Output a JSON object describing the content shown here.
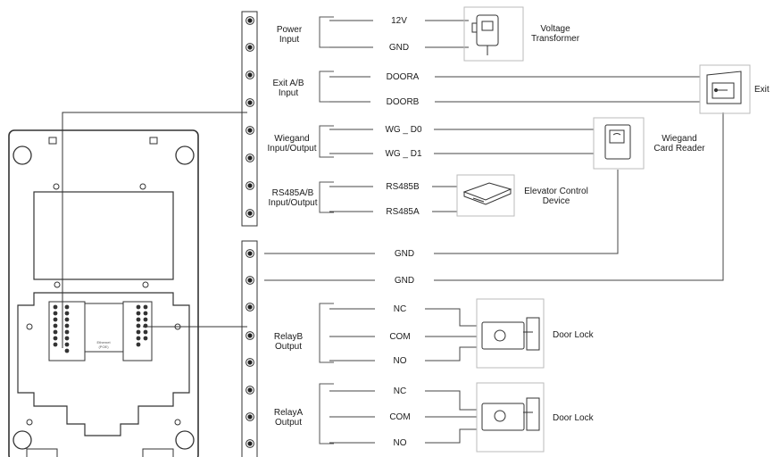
{
  "groups": {
    "power": [
      "Power",
      "Input"
    ],
    "exit": [
      "Exit A/B",
      "Input"
    ],
    "wiegand": [
      "Wiegand",
      "Input/Output"
    ],
    "rs485": [
      "RS485A/B",
      "Input/Output"
    ],
    "relay_b": [
      "RelayB",
      "Output"
    ],
    "relay_a": [
      "RelayA",
      "Output"
    ]
  },
  "signals": {
    "v12": "12V",
    "gnd_power": "GND",
    "doora": "DOORA",
    "doorb": "DOORB",
    "wg_d0": "WG _ D0",
    "wg_d1": "WG _ D1",
    "rs485b": "RS485B",
    "rs485a": "RS485A",
    "gnd_1": "GND",
    "gnd_2": "GND",
    "nc_b": "NC",
    "com_b": "COM",
    "no_b": "NO",
    "nc_a": "NC",
    "com_a": "COM",
    "no_a": "NO"
  },
  "devices": {
    "voltage_transformer": [
      "Voltage",
      "Transformer"
    ],
    "exit_button": "Exit",
    "wiegand_reader": [
      "Wiegand",
      "Card Reader"
    ],
    "elevator_device": [
      "Elevator Control",
      "Device"
    ],
    "door_lock_b": "Door Lock",
    "door_lock_a": "Door Lock"
  },
  "board": {
    "ethernet_port": [
      "Ethernet",
      "(POE)"
    ]
  }
}
